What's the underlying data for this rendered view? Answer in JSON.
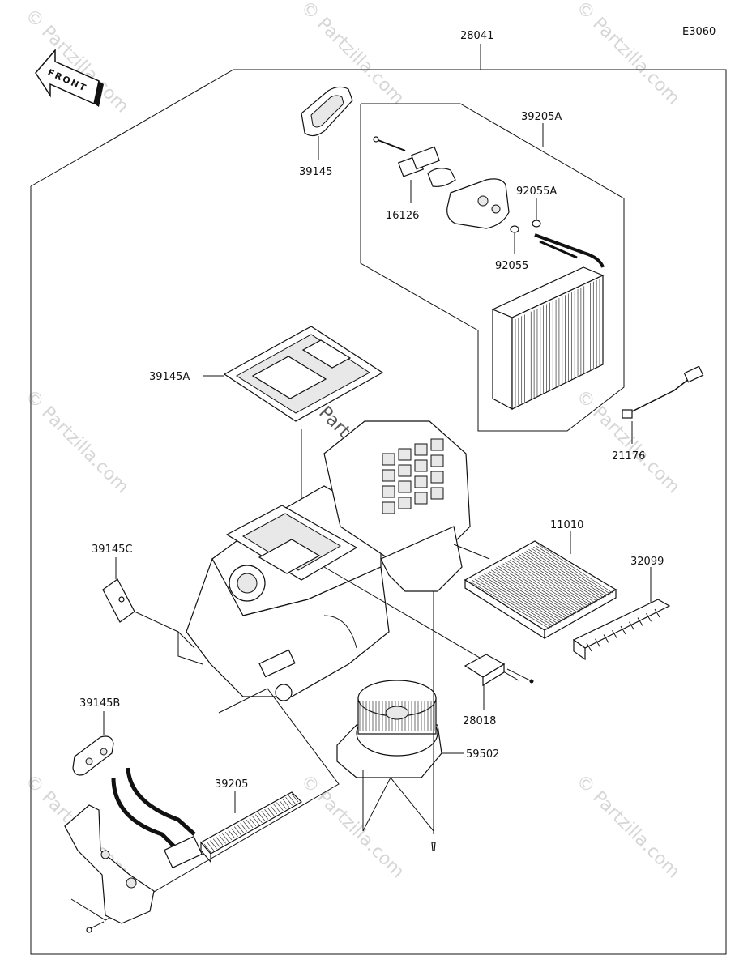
{
  "diagram": {
    "code": "E3060",
    "front_label": "FRONT",
    "watermark": "© Partzilla.com",
    "parts": [
      {
        "id": "28041"
      },
      {
        "id": "39205A"
      },
      {
        "id": "39145"
      },
      {
        "id": "16126"
      },
      {
        "id": "92055A"
      },
      {
        "id": "92055"
      },
      {
        "id": "39145A"
      },
      {
        "id": "21176"
      },
      {
        "id": "11010"
      },
      {
        "id": "32099"
      },
      {
        "id": "39145C"
      },
      {
        "id": "28018"
      },
      {
        "id": "39145B"
      },
      {
        "id": "59502"
      },
      {
        "id": "39205"
      }
    ]
  }
}
